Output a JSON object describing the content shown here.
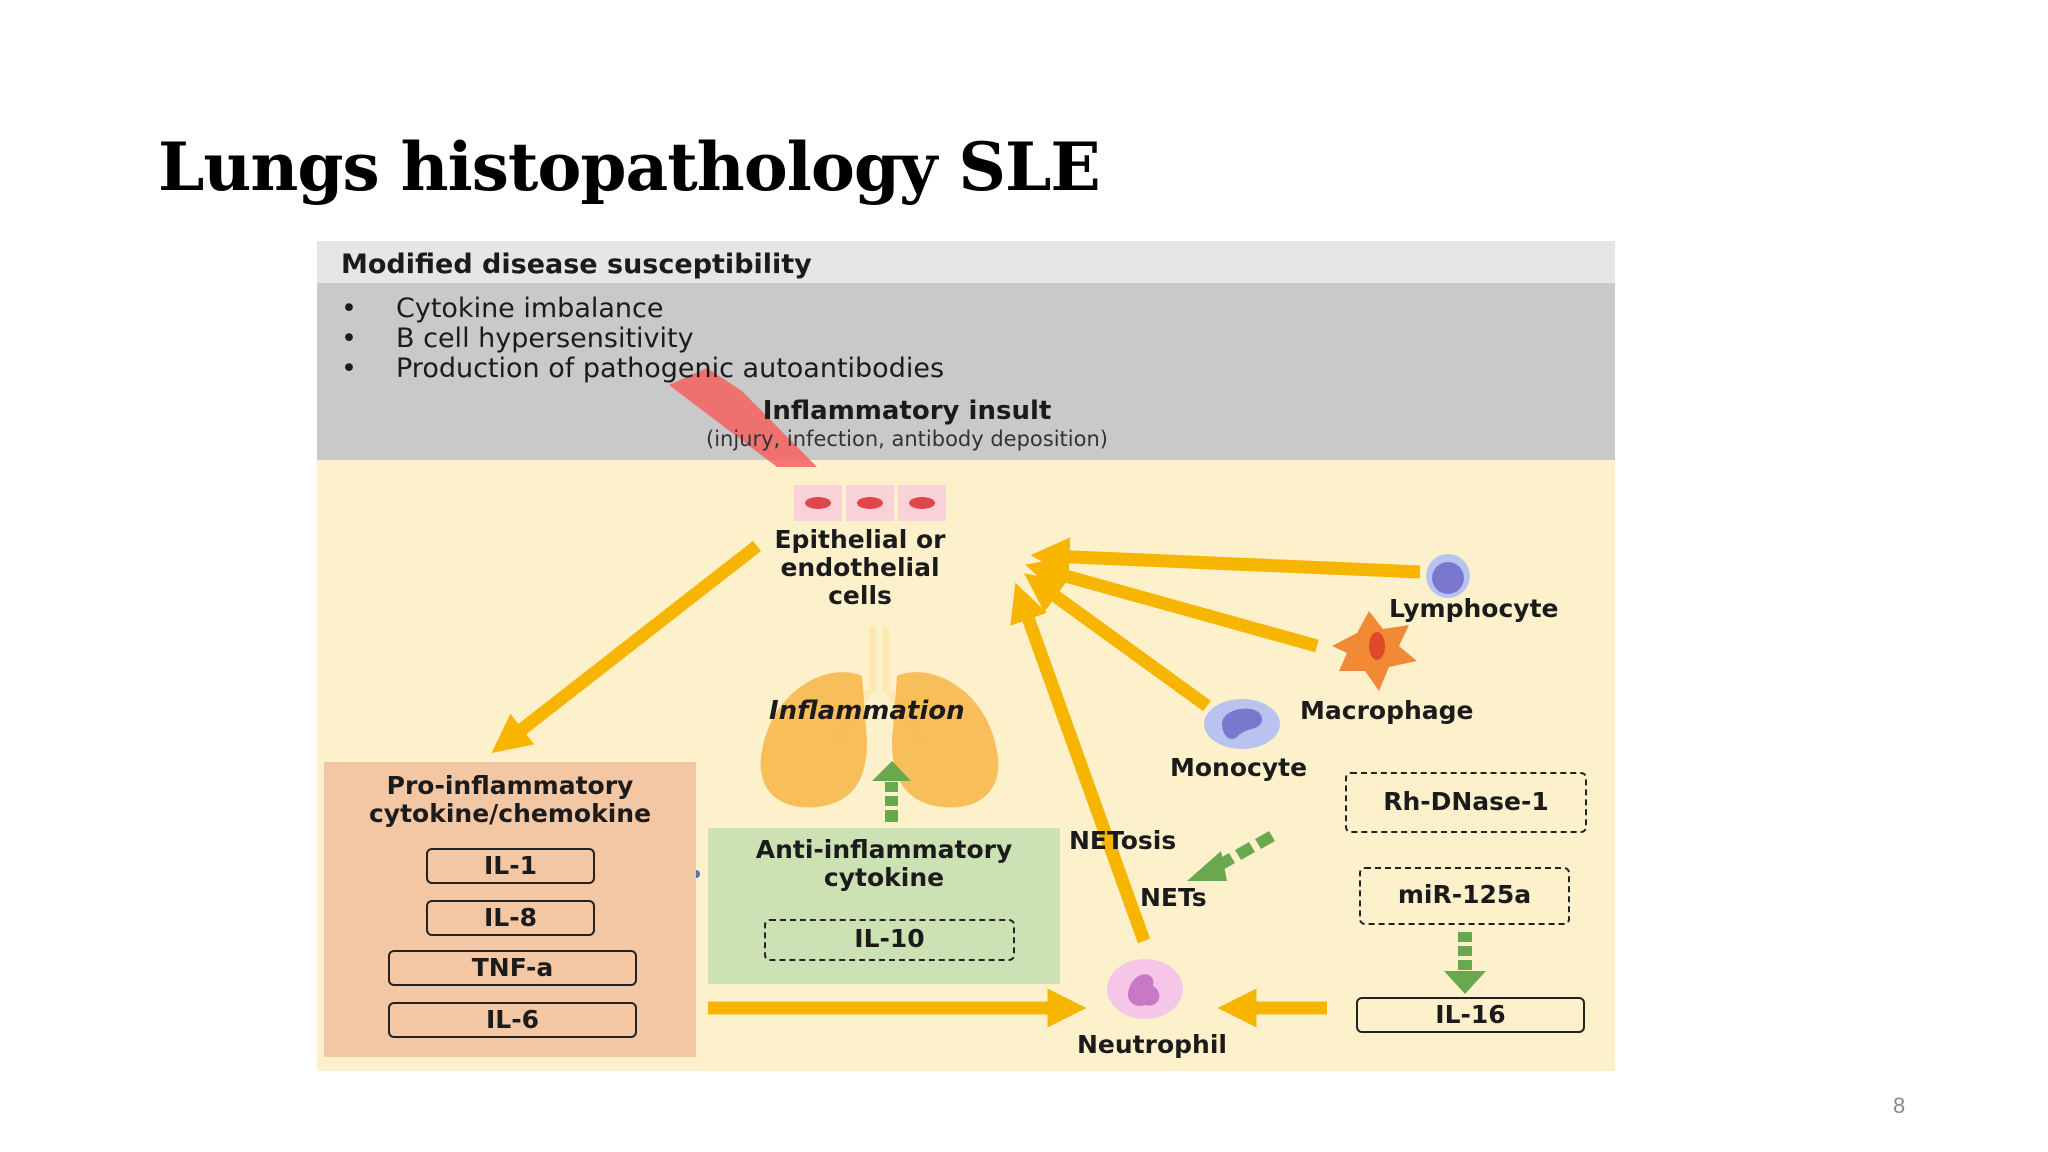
{
  "slide": {
    "title": "Lungs histopathology SLE",
    "page_number": "8"
  },
  "diagram": {
    "susceptibility": {
      "title": "Modified disease susceptibility",
      "bullets": [
        "Cytokine imbalance",
        "B cell hypersensitivity",
        "Production of pathogenic autoantibodies"
      ],
      "bullet_symbol": "•"
    },
    "insult": {
      "title": "Inflammatory insult",
      "subtitle": "(injury, infection, antibody deposition)"
    },
    "target_cells": "Epithelial or endothelial cells",
    "inflammation_label": "Inflammation",
    "pro_inflammatory": {
      "title": "Pro-inflammatory cytokine/chemokine",
      "cytokines": [
        "IL-1",
        "IL-8",
        "TNF-a",
        "IL-6"
      ]
    },
    "anti_inflammatory": {
      "title": "Anti-inflammatory cytokine",
      "cytokine": "IL-10"
    },
    "cells": {
      "lymphocyte": "Lymphocyte",
      "macrophage": "Macrophage",
      "monocyte": "Monocyte",
      "neutrophil": "Neutrophil"
    },
    "netosis": "NETosis",
    "nets": "NETs",
    "therapies": {
      "rh_dnase": "Rh-DNase-1",
      "mir": "miR-125a",
      "il16": "IL-16"
    },
    "colors": {
      "arrow_yellow": "#f7b500",
      "arrow_green": "#6aa84f",
      "background": "#fdf1cc",
      "gray_band": "#c9c9c9",
      "pro_panel": "#f4c7a4",
      "anti_panel": "#cde2b4",
      "insult_red": "#f4605f"
    }
  }
}
